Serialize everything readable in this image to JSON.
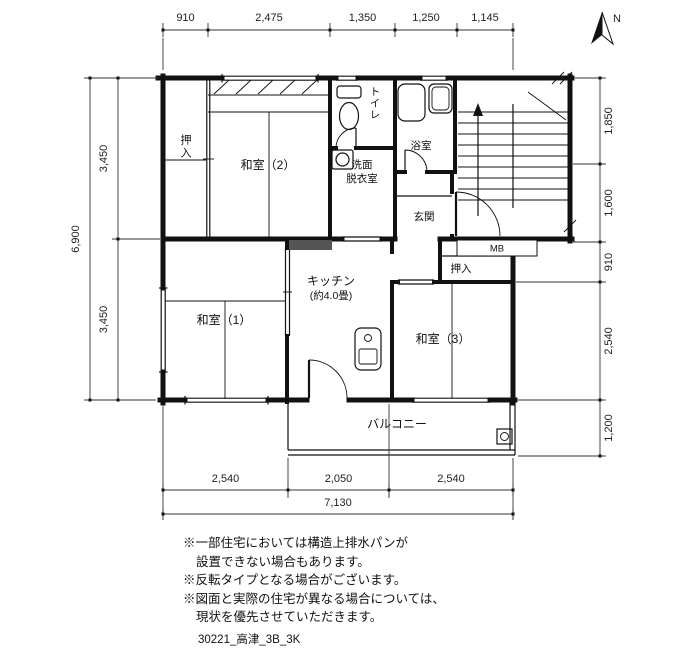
{
  "compass": {
    "label": "N"
  },
  "dimensions": {
    "top": [
      "910",
      "2,475",
      "1,350",
      "1,250",
      "1,145"
    ],
    "left": [
      "3,450",
      "3,450"
    ],
    "left_total": "6,900",
    "right": [
      "1,850",
      "1,600",
      "910",
      "2,540",
      "1,200"
    ],
    "bottom": [
      "2,540",
      "2,050",
      "2,540"
    ],
    "bottom_total": "7,130"
  },
  "rooms": {
    "oshiire_left": "押入",
    "washitsu2": "和室（2）",
    "toilet": "トイレ",
    "senmen_line1": "洗面",
    "senmen_line2": "脱衣室",
    "bath": "浴室",
    "genkan": "玄関",
    "mb": "MB",
    "oshiire_right": "押入",
    "kitchen_line1": "キッチン",
    "kitchen_line2": "(約4.0畳)",
    "washitsu1": "和室（1）",
    "washitsu3": "和室（3）",
    "balcony": "バルコニー"
  },
  "notes": [
    "※一部住宅においては構造上排水パンが",
    "設置できない場合もあります。",
    "※反転タイプとなる場合がございます。",
    "※図面と実際の住宅が異なる場合については、",
    "現状を優先させていただきます。"
  ],
  "plan_id": "30221_高津_3B_3K",
  "colors": {
    "ink": "#111111",
    "background": "#ffffff"
  }
}
